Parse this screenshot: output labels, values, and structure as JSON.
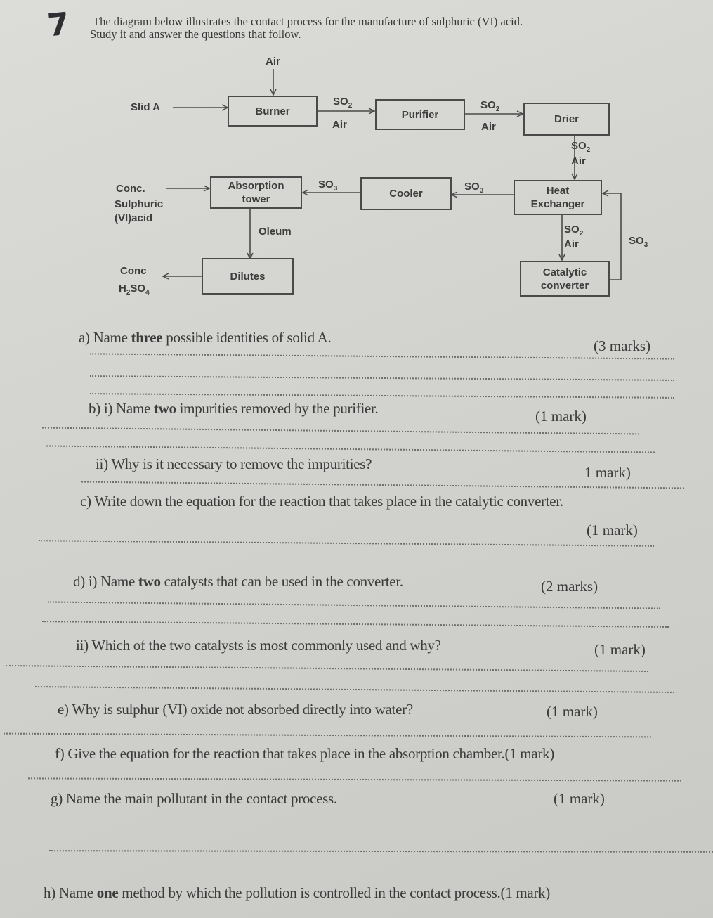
{
  "question_number": "7",
  "intro": {
    "line1": "The diagram below illustrates the contact process for the manufacture of sulphuric (VI) acid.",
    "line2": "Study it and answer the questions that follow."
  },
  "diagram": {
    "inputs": {
      "air": "Air",
      "solid_a": "Slid A",
      "conc_acid_line1": "Conc.",
      "conc_acid_line2": "Sulphuric",
      "conc_acid_line3": "(VI)acid"
    },
    "boxes": {
      "burner": "Burner",
      "purifier": "Purifier",
      "drier": "Drier",
      "heat_exchanger_1": "Heat",
      "heat_exchanger_2": "Exchanger",
      "catalytic_1": "Catalytic",
      "catalytic_2": "converter",
      "cooler": "Cooler",
      "absorption_1": "Absorption",
      "absorption_2": "tower",
      "dilutes": "Dilutes"
    },
    "flows": {
      "so2": "SO",
      "so2_sub": "2",
      "so3": "SO",
      "so3_sub": "3",
      "air": "Air",
      "oleum": "Oleum"
    },
    "outputs": {
      "conc": "Conc",
      "h2so4_h": "H",
      "h2so4_2": "2",
      "h2so4_so": "SO",
      "h2so4_4": "4"
    }
  },
  "questions": [
    {
      "id": "a",
      "text_pre": "a) Name ",
      "bold": "three",
      "text_post": " possible identities of solid A.",
      "marks": "(3 marks)"
    },
    {
      "id": "b-i",
      "text_pre": "b) i) Name ",
      "bold": "two",
      "text_post": " impurities removed by the purifier.",
      "marks": "(1 mark)"
    },
    {
      "id": "b-ii",
      "text_pre": "ii) Why is it necessary to remove the impurities?",
      "bold": "",
      "text_post": "",
      "marks": "1 mark)"
    },
    {
      "id": "c",
      "text_pre": "c) Write down the equation for the reaction that takes place in the catalytic converter.",
      "bold": "",
      "text_post": "",
      "marks": "(1 mark)"
    },
    {
      "id": "d-i",
      "text_pre": "d) i) Name ",
      "bold": "two",
      "text_post": " catalysts that can be used in the converter.",
      "marks": "(2 marks)"
    },
    {
      "id": "d-ii",
      "text_pre": "ii) Which of the two catalysts is most commonly used and why?",
      "bold": "",
      "text_post": "",
      "marks": "(1 mark)"
    },
    {
      "id": "e",
      "text_pre": "e) Why is sulphur (VI) oxide not absorbed directly into water?",
      "bold": "",
      "text_post": "",
      "marks": "(1 mark)"
    },
    {
      "id": "f",
      "text_pre": "f) Give the equation for the reaction that takes place in the absorption chamber.(1 mark)",
      "bold": "",
      "text_post": "",
      "marks": ""
    },
    {
      "id": "g",
      "text_pre": "g) Name the main pollutant in the contact process.",
      "bold": "",
      "text_post": "",
      "marks": "(1 mark)"
    },
    {
      "id": "h",
      "text_pre": "h) Name ",
      "bold": "one",
      "text_post": " method by which the pollution is controlled in the contact process.(1 mark)",
      "marks": ""
    }
  ],
  "colors": {
    "paper": "#d6d6d2",
    "ink": "#3b3b3b"
  }
}
